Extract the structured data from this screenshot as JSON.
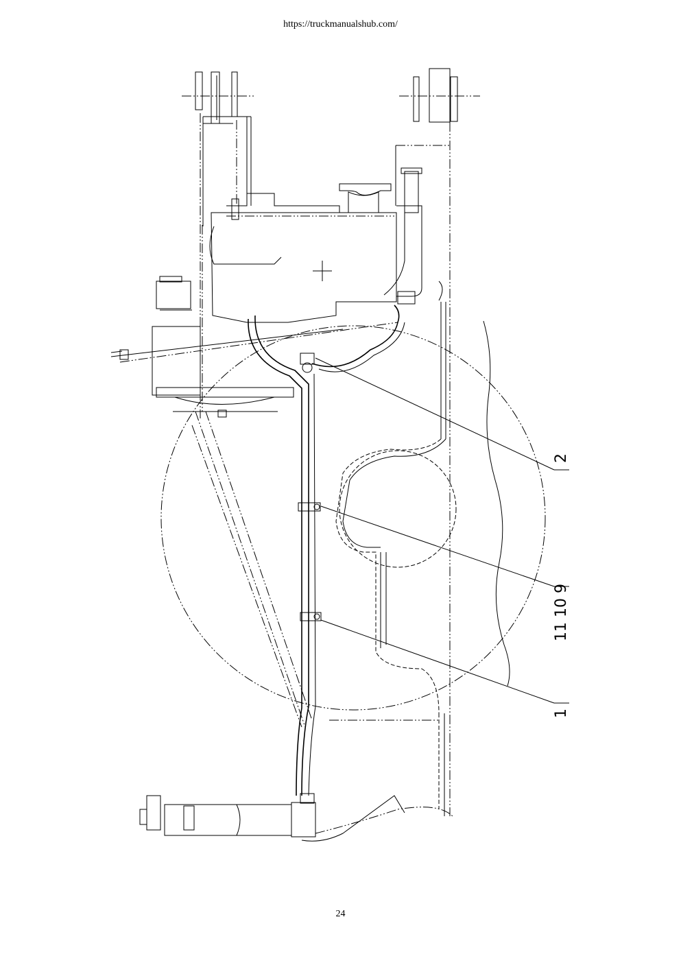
{
  "header": {
    "url_text": "https://truckmanualshub.com/"
  },
  "footer": {
    "page_number": "24"
  },
  "diagram": {
    "callouts": [
      {
        "id": "c2",
        "label": "2"
      },
      {
        "id": "c11_10_9",
        "label": "11 10 9"
      },
      {
        "id": "c1",
        "label": "1"
      }
    ]
  }
}
